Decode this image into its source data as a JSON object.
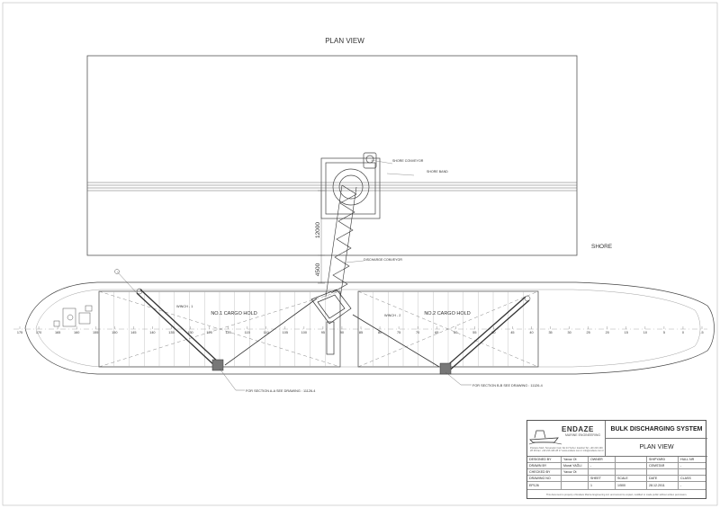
{
  "drawing": {
    "title": "PLAN VIEW",
    "shore_label": "SHORE",
    "shore_conveyor_label": "SHORE CONVEYOR",
    "shore_band_label": "SHORE BAND",
    "discharge_conveyor_label": "DISCHARGE CONVEYOR",
    "dim_12000": "12000",
    "dim_4500": "4500",
    "hold1_label": "NO.1 CARGO HOLD",
    "hold2_label": "NO.2 CARGO HOLD",
    "winch1_label": "WINCH - 1",
    "winch2_label": "WINCH - 2",
    "section_aa_note": "FOR SECTION A-A SEE DRAWING : 11126-4",
    "section_bb_note": "FOR SECTION B-B SEE DRAWING : 11126-4",
    "frame_numbers": [
      "175",
      "170",
      "165",
      "160",
      "155",
      "150",
      "145",
      "140",
      "135",
      "130",
      "125",
      "120",
      "115",
      "110",
      "105",
      "100",
      "95",
      "90",
      "85",
      "80",
      "75",
      "70",
      "65",
      "60",
      "55",
      "50",
      "45",
      "40",
      "35",
      "30",
      "25",
      "20",
      "15",
      "10",
      "5",
      "0",
      "-5"
    ]
  },
  "title_block": {
    "company": "ENDAZE",
    "company_sub": "MARINE ENGINEERING",
    "address": "Postane Mah. Tersaneler Cad. No:14 Tuzla / Istanbul Tel: +90 216 446 28 18 Fax: +90 216 446 28 17 www.endaze.com.tr info@endaze.com.tr",
    "project": "BULK DISCHARGING SYSTEM",
    "sheet_title": "PLAN VIEW",
    "headers_a": [
      "DESIGNED BY",
      "Yavuz Ot",
      "OWNER",
      "",
      "SHIPYARD",
      "HULL NR"
    ],
    "row_b": [
      "DRAWN BY",
      "Murat YAĞLI",
      "-",
      "",
      "CEMSTAR",
      "-"
    ],
    "row_c": [
      "CHECKED BY",
      "Yavuz Ot",
      "",
      "",
      "",
      ""
    ],
    "headers_d": [
      "DRAWING NO",
      "",
      "SHEET",
      "SCALE",
      "DATE",
      "CLASS"
    ],
    "values_d": [
      "EP126",
      "",
      "1",
      "1/500",
      "28.12.2011",
      "-"
    ],
    "footer_note": "This document is property of Endaze Marine Engineering Ltd. and cannot be copied, modified or made public without written permission."
  }
}
